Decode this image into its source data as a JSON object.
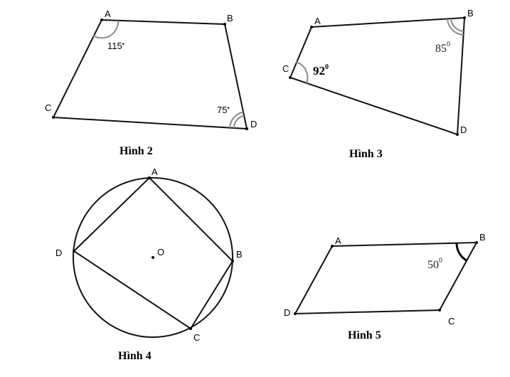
{
  "figures": {
    "hinh2": {
      "caption": "Hình 2",
      "labels": {
        "A": "A",
        "B": "B",
        "C": "C",
        "D": "D"
      },
      "angle_a": "115",
      "angle_d": "75",
      "degree_mark": "•"
    },
    "hinh3": {
      "caption": "Hình 3",
      "labels": {
        "A": "A",
        "B": "B",
        "C": "C",
        "D": "D"
      },
      "angle_c": "92",
      "angle_b": "85",
      "degree_mark": "0"
    },
    "hinh4": {
      "caption": "Hình 4",
      "labels": {
        "A": "A",
        "B": "B",
        "C": "C",
        "D": "D",
        "O": "O"
      }
    },
    "hinh5": {
      "caption": "Hình 5",
      "labels": {
        "A": "A",
        "B": "B",
        "C": "C",
        "D": "D"
      },
      "angle_b": "50",
      "degree_mark": "0"
    }
  },
  "colors": {
    "stroke": "#111111",
    "arc": "#8c8c8c",
    "background": "#ffffff"
  }
}
